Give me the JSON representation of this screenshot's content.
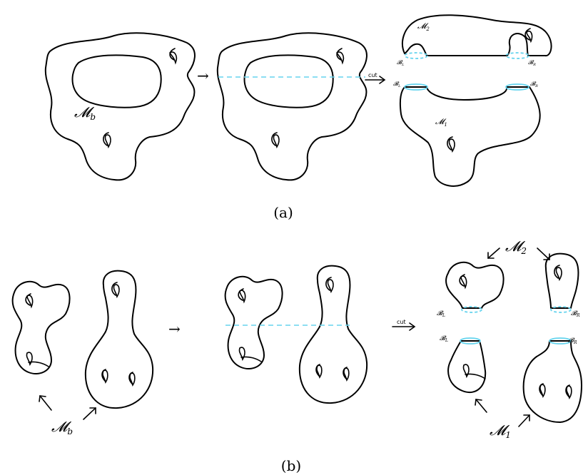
{
  "captions": {
    "a": "(a)",
    "b": "(b)"
  },
  "labels": {
    "Mb_a": "𝓜",
    "Mb_a_sub": "b",
    "M2_a": "𝓜",
    "M2_a_sub": "2",
    "M1_a": "𝓜",
    "M1_a_sub": "1",
    "Mb_b": "𝓜",
    "Mb_b_sub": "b",
    "M2_b": "𝓜",
    "M2_b_sub": "2",
    "M1_b": "𝓜",
    "M1_b_sub": "1",
    "BL": "𝓑",
    "BL_sub": "L",
    "BR": "𝓑",
    "BR_sub": "R",
    "cut": "cut",
    "arrow": "→"
  },
  "colors": {
    "cut_line": "#66d4ee",
    "stroke": "#000000"
  }
}
